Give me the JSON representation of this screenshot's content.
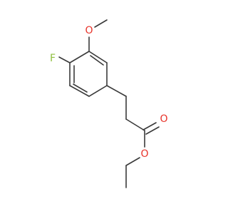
{
  "molecule": {
    "atoms": {
      "fluorine": {
        "label": "F",
        "color": "#8fbf3f"
      },
      "methoxy_oxygen": {
        "label": "O",
        "color": "#e8332a"
      },
      "carbonyl_oxygen": {
        "label": "O",
        "color": "#e8332a"
      },
      "ester_oxygen": {
        "label": "O",
        "color": "#e8332a"
      }
    },
    "bond_color": "#3a3a3a",
    "background": "#ffffff"
  }
}
